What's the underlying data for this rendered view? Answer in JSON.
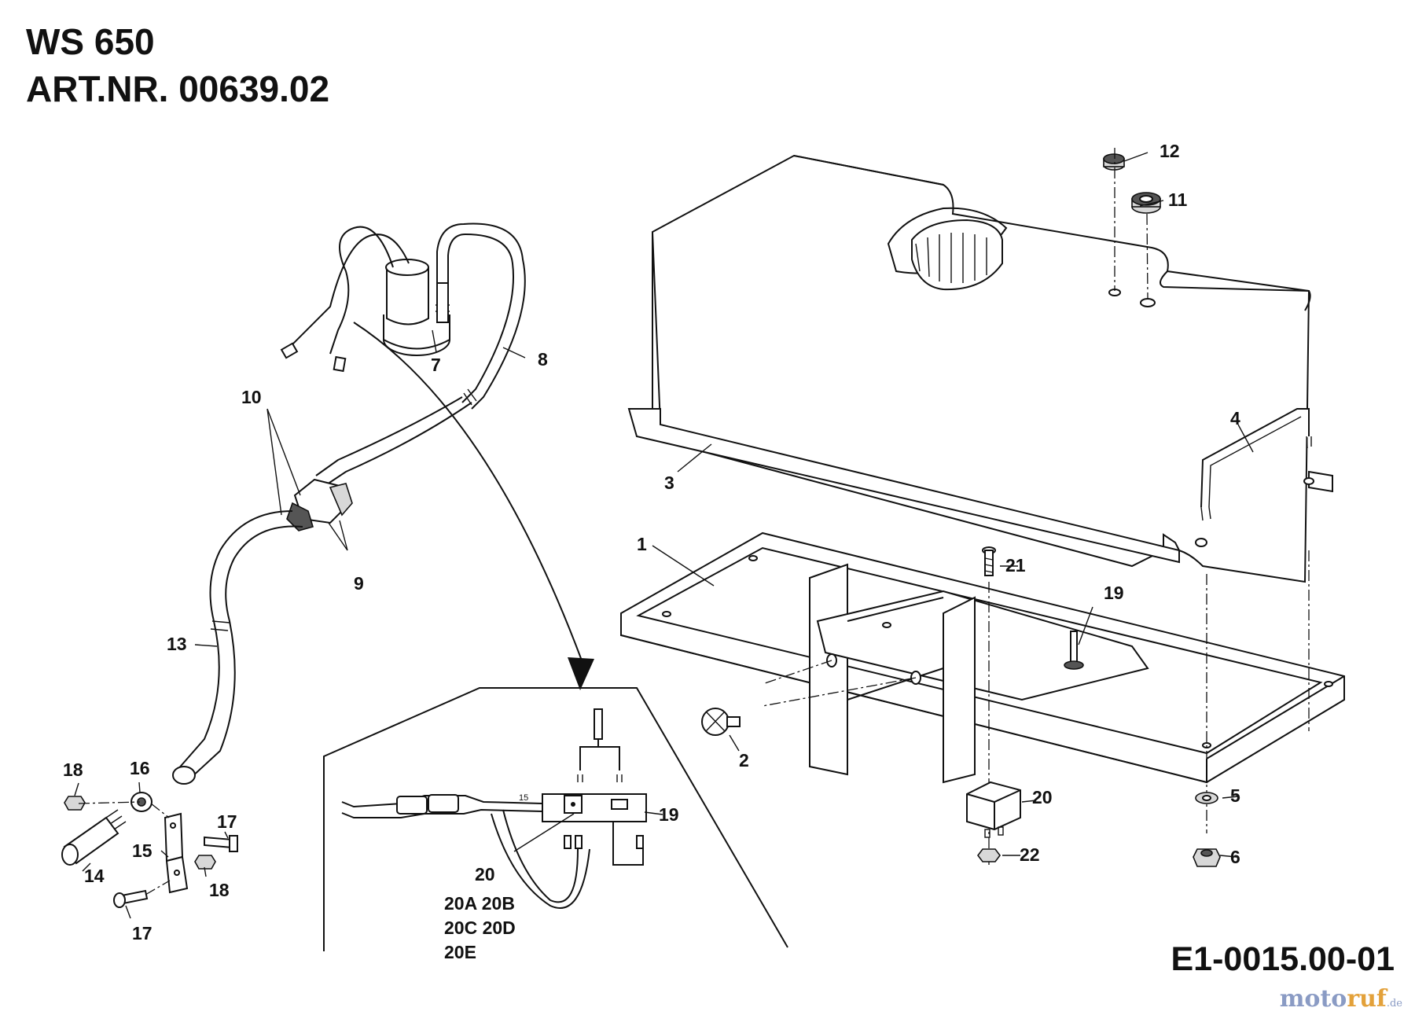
{
  "header": {
    "model": "WS 650",
    "article_number": "ART.NR. 00639.02"
  },
  "diagram_code": "E1-0015.00-01",
  "watermark": {
    "brand_a": "moto",
    "brand_b": "ruf",
    "suffix": ".de"
  },
  "callouts": {
    "c1": "1",
    "c2": "2",
    "c3": "3",
    "c4": "4",
    "c5": "5",
    "c6": "6",
    "c7": "7",
    "c8": "8",
    "c9": "9",
    "c10": "10",
    "c11": "11",
    "c12": "12",
    "c13": "13",
    "c14": "14",
    "c15": "15",
    "c16": "16",
    "c17a": "17",
    "c17b": "17",
    "c18a": "18",
    "c18b": "18",
    "c19a": "19",
    "c19b": "19",
    "c20a": "20",
    "c20b": "20",
    "c21": "21",
    "c22": "22"
  },
  "inset": {
    "variants": [
      "20A 20B",
      "20C 20D",
      "20E"
    ],
    "terminal_mark": "15"
  }
}
